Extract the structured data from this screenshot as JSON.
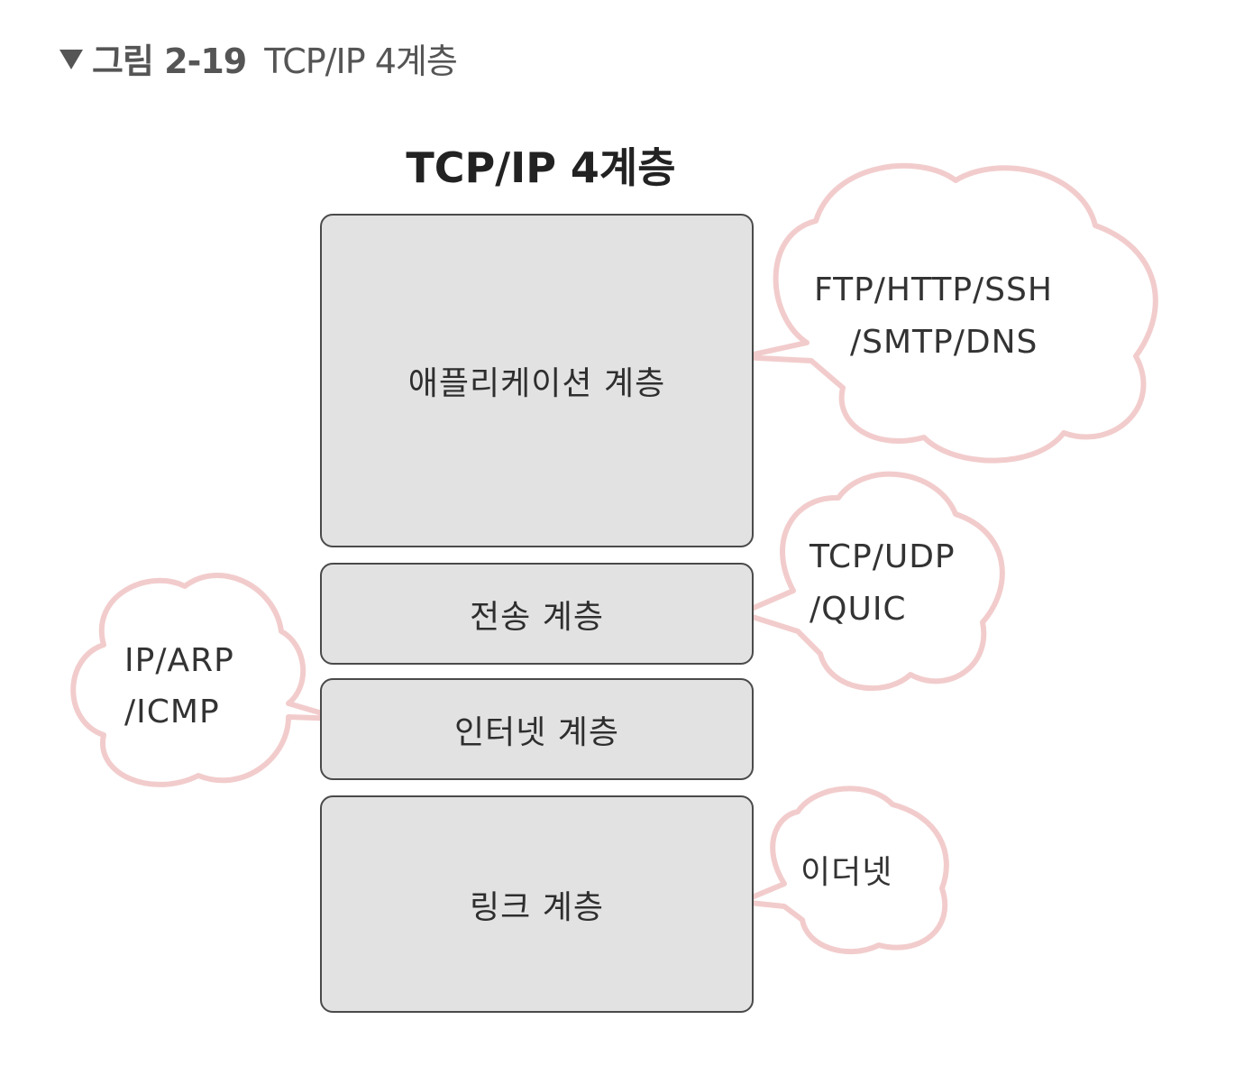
{
  "caption": {
    "figure_number": "그림 2-19",
    "title": "TCP/IP 4계층"
  },
  "diagram": {
    "title": "TCP/IP 4계층",
    "layers": [
      {
        "label": "애플리케이션 계층"
      },
      {
        "label": "전송 계층"
      },
      {
        "label": "인터넷 계층"
      },
      {
        "label": "링크 계층"
      }
    ],
    "protocols": {
      "application": {
        "line1": "FTP/HTTP/SSH",
        "line2": "/SMTP/DNS"
      },
      "transport": {
        "line1": "TCP/UDP",
        "line2": "/QUIC"
      },
      "internet": {
        "line1": "IP/ARP",
        "line2": "/ICMP"
      },
      "link": {
        "line1": "이더넷"
      }
    },
    "colors": {
      "layer_fill": "#e2e2e2",
      "layer_border": "#4a4a4a",
      "bubble_outline": "#f2cccc"
    }
  }
}
